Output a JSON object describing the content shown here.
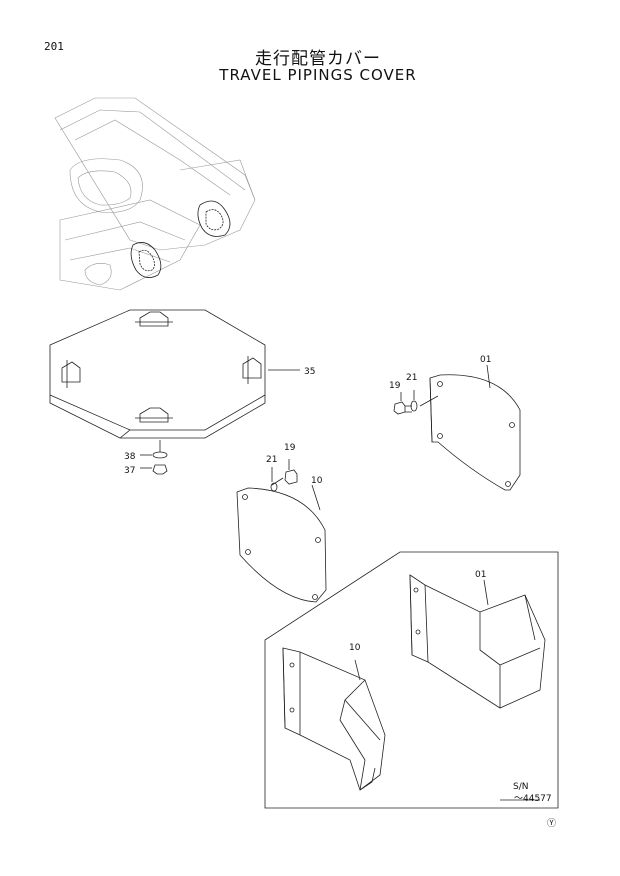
{
  "page_number": "201",
  "title_jp": "走行配管カバー",
  "title_en": "TRAVEL PIPINGS COVER",
  "callouts": {
    "p35": "35",
    "p38": "38",
    "p37": "37",
    "p19a": "19",
    "p21a": "21",
    "p01a": "01",
    "p19b": "19",
    "p21b": "21",
    "p10a": "10",
    "p01b": "01",
    "p10b": "10"
  },
  "serial": {
    "line1": "S/N",
    "line2": "～44577"
  },
  "footnote_symbol": "Ⓨ"
}
